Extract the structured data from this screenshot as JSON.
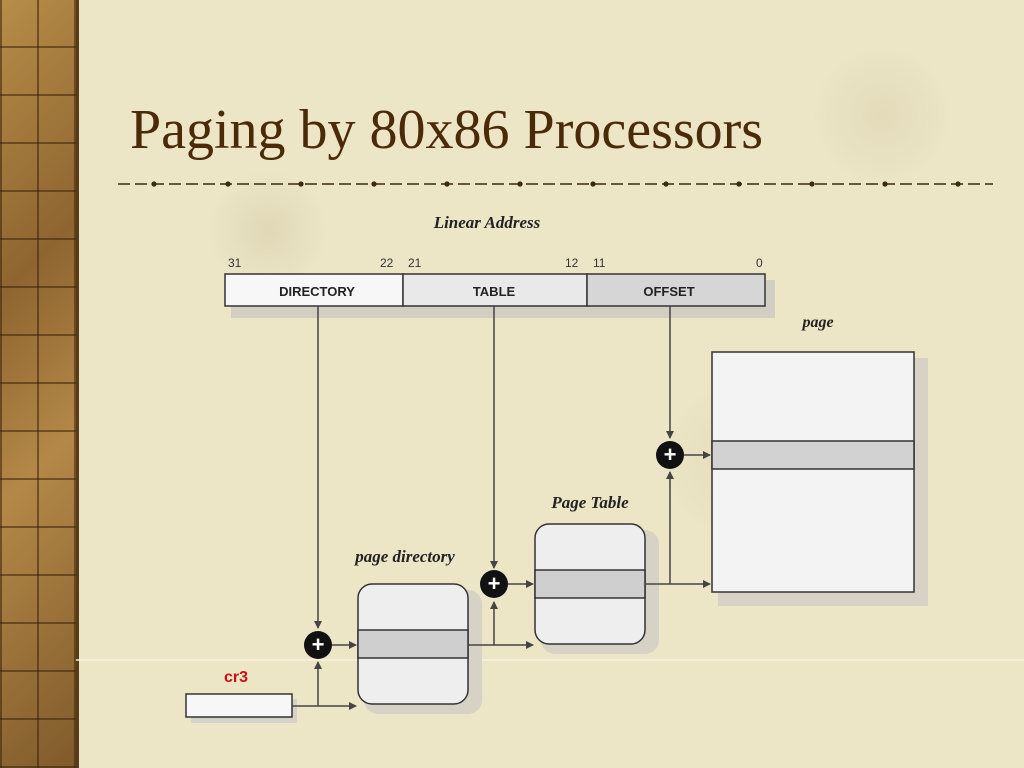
{
  "slide": {
    "title": "Paging by 80x86 Processors"
  },
  "diagram": {
    "linear_address_label": "Linear Address",
    "bit_labels": {
      "b31": "31",
      "b22": "22",
      "b21": "21",
      "b12": "12",
      "b11": "11",
      "b0": "0"
    },
    "fields": {
      "directory": "DIRECTORY",
      "table": "TABLE",
      "offset": "OFFSET"
    },
    "page_label": "page",
    "page_table_label": "Page Table",
    "page_directory_label": "page directory",
    "cr3_label": "cr3",
    "adder_symbol": "+"
  },
  "colors": {
    "title": "#4b2a08",
    "cr3_label": "#cc1111",
    "band": "#a9803f",
    "paper": "#ece5c6"
  }
}
